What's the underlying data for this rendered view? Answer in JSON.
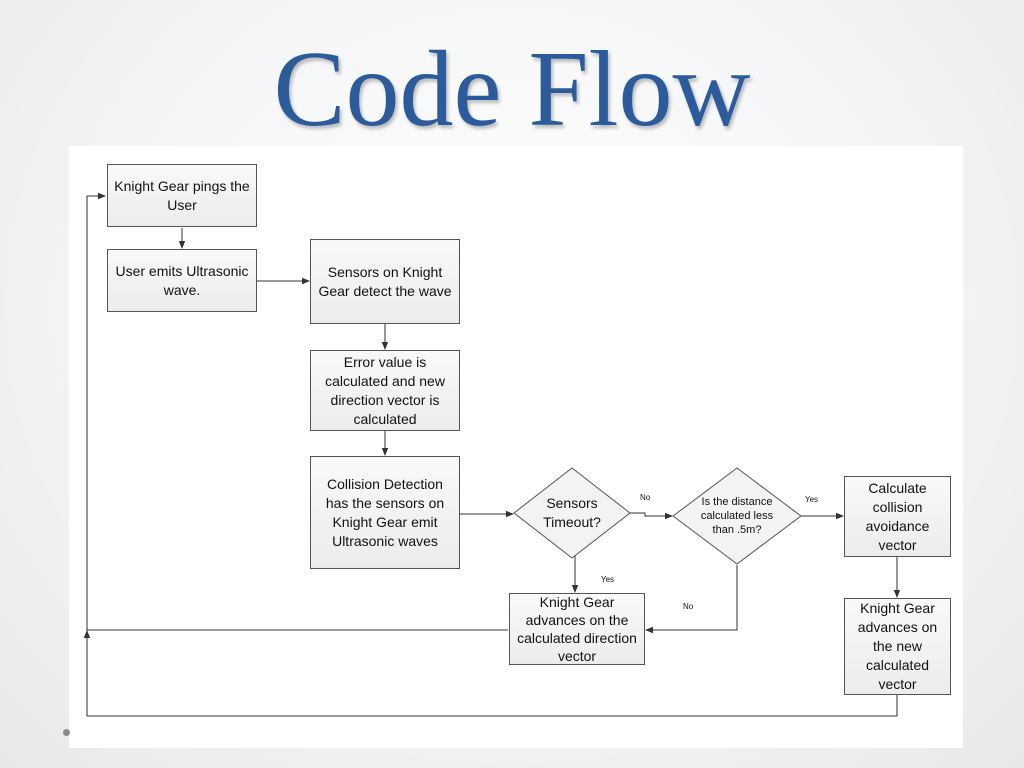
{
  "slide": {
    "title": "Code Flow"
  },
  "nodes": {
    "ping_user": "Knight Gear pings the User",
    "user_emits": "User emits Ultrasonic wave.",
    "sensors_detect": "Sensors on Knight Gear detect the wave",
    "error_value": "Error value is calculated and new direction vector is calculated",
    "collision_detection": "Collision Detection has the sensors on Knight Gear emit Ultrasonic waves",
    "sensors_timeout": "Sensors Timeout?",
    "distance_check": "Is the distance calculated less than .5m?",
    "calc_avoidance": "Calculate collision avoidance vector",
    "advance_direction": "Knight Gear advances on the calculated direction vector",
    "advance_new": "Knight Gear advances on the new calculated vector"
  },
  "edges": {
    "timeout_no": "No",
    "timeout_yes": "Yes",
    "distance_yes": "Yes",
    "distance_no": "No"
  }
}
